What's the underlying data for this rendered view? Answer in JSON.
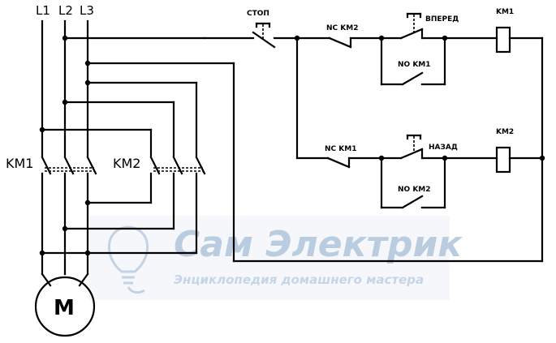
{
  "phases": {
    "l1": "L1",
    "l2": "L2",
    "l3": "L3"
  },
  "contactors": {
    "km1": "KM1",
    "km2": "KM2"
  },
  "motor": "M",
  "control": {
    "stop": "СТОП",
    "forward": "ВПЕРЕД",
    "reverse": "НАЗАД",
    "nc_km2": "NC KM2",
    "nc_km1": "NC KM1",
    "no_km1": "NO KM1",
    "no_km2": "NO KM2",
    "coil_km1": "KM1",
    "coil_km2": "KM2"
  },
  "watermark": {
    "title": "Сам Электрик",
    "subtitle": "Энциклопедия домашнего мастера"
  },
  "colors": {
    "wire": "#000000",
    "watermark": "#b9cce0"
  }
}
